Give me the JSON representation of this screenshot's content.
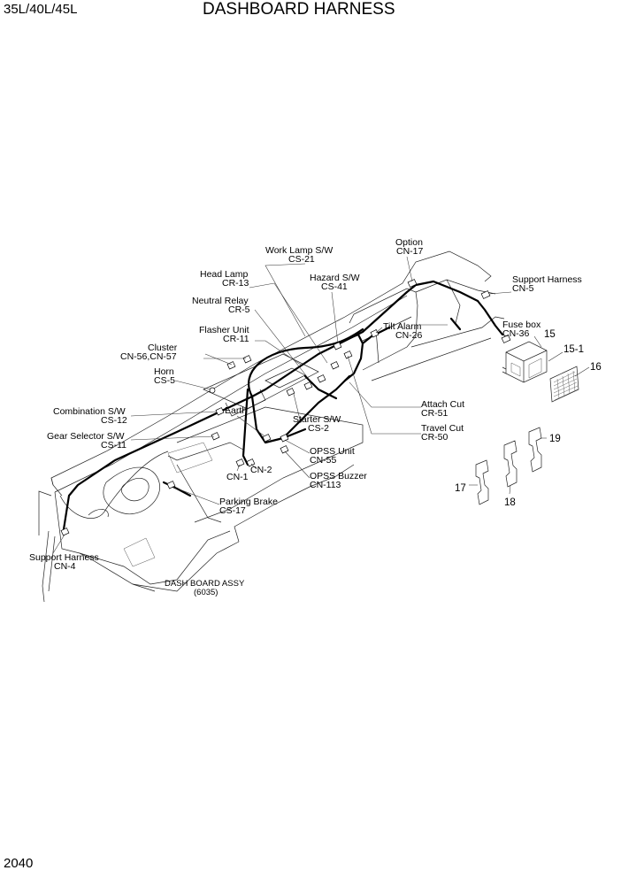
{
  "header": {
    "model": "35L/40L/45L",
    "title": "DASHBOARD HARNESS"
  },
  "footer": {
    "page_number": "2040"
  },
  "callouts": {
    "work_lamp": {
      "name": "Work Lamp S/W",
      "code": "CS-21"
    },
    "option": {
      "name": "Option",
      "code": "CN-17"
    },
    "head_lamp": {
      "name": "Head Lamp",
      "code": "CR-13"
    },
    "hazard": {
      "name": "Hazard S/W",
      "code": "CS-41"
    },
    "support_top": {
      "name": "Support Harness",
      "code": "CN-5"
    },
    "neutral": {
      "name": "Neutral Relay",
      "code": "CR-5"
    },
    "fuse_box": {
      "name": "Fuse box",
      "code": "CN-36"
    },
    "flasher": {
      "name": "Flasher Unit",
      "code": "CR-11"
    },
    "tilt_alarm": {
      "name": "Tilt Alarm",
      "code": "CN-26"
    },
    "cluster": {
      "name": "Cluster",
      "code": "CN-56,CN-57"
    },
    "horn": {
      "name": "Horn",
      "code": "CS-5"
    },
    "attach_cut": {
      "name": "Attach Cut",
      "code": "CR-51"
    },
    "combination": {
      "name": "Combination S/W",
      "code": "CS-12"
    },
    "earth": {
      "name": "Earth"
    },
    "starter": {
      "name": "Starter S/W",
      "code": "CS-2"
    },
    "travel_cut": {
      "name": "Travel Cut",
      "code": "CR-50"
    },
    "gear_sel": {
      "name": "Gear Selector S/W",
      "code": "CS-11"
    },
    "opss_unit": {
      "name": "OPSS Unit",
      "code": "CN-55"
    },
    "cn1": {
      "code": "CN-1"
    },
    "cn2": {
      "code": "CN-2"
    },
    "opss_buzzer": {
      "name": "OPSS Buzzer",
      "code": "CN-113"
    },
    "parking": {
      "name": "Parking Brake",
      "code": "CS-17"
    },
    "support_bot": {
      "name": "Support Harness",
      "code": "CN-4"
    },
    "dash_board": {
      "name": "DASH BOARD ASSY",
      "code": "(6035)"
    }
  },
  "part_numbers": {
    "p15": "15",
    "p15_1": "15-1",
    "p16": "16",
    "p17": "17",
    "p18": "18",
    "p19": "19"
  }
}
